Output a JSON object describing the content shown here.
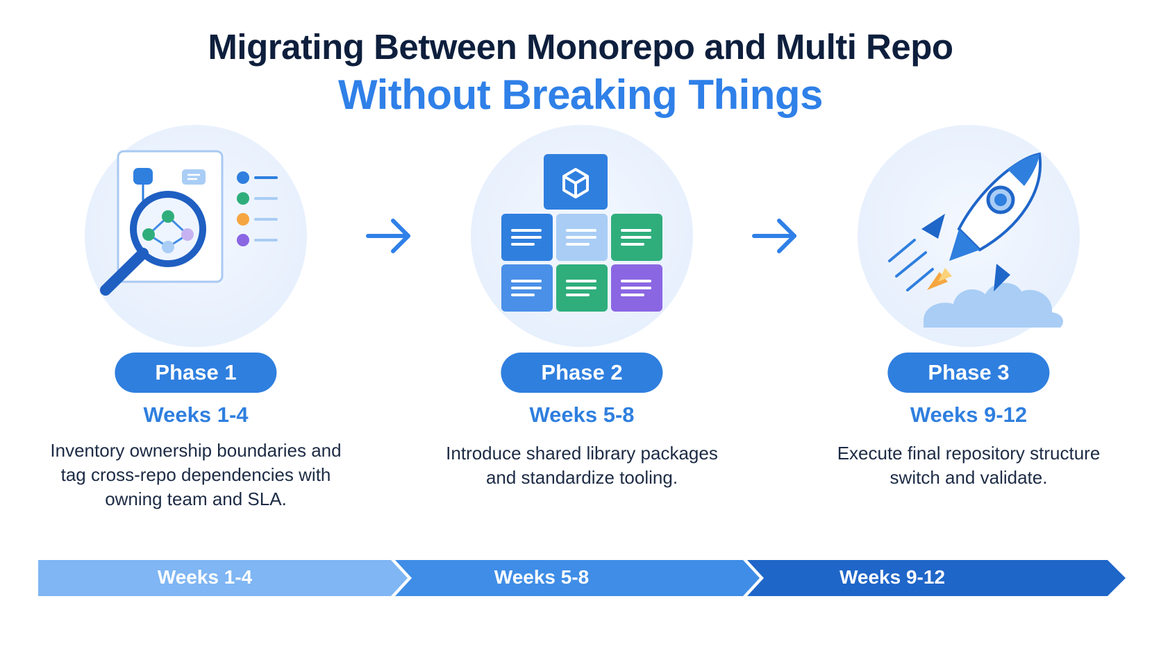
{
  "title": "Migrating Between Monorepo and Multi Repo",
  "subtitle": "Without Breaking Things",
  "phases": [
    {
      "label": "Phase 1",
      "weeks": "Weeks 1-4",
      "description": "Inventory ownership boundaries and tag cross-repo dependencies with owning team and SLA.",
      "icon": "magnifier-dependency-graph-icon"
    },
    {
      "label": "Phase 2",
      "weeks": "Weeks 5-8",
      "description": "Introduce shared library packages and standardize tooling.",
      "icon": "package-blocks-icon"
    },
    {
      "label": "Phase 3",
      "weeks": "Weeks 9-12",
      "description": "Execute final repository structure switch and validate.",
      "icon": "rocket-icon"
    }
  ],
  "timeline": [
    {
      "label": "Weeks 1-4",
      "color": "#7fb6f3"
    },
    {
      "label": "Weeks 5-8",
      "color": "#3f8de6"
    },
    {
      "label": "Weeks 9-12",
      "color": "#1f66c9"
    }
  ],
  "colors": {
    "title": "#0e1f3d",
    "accent": "#2f80e8",
    "pill": "#2f7fdf"
  }
}
